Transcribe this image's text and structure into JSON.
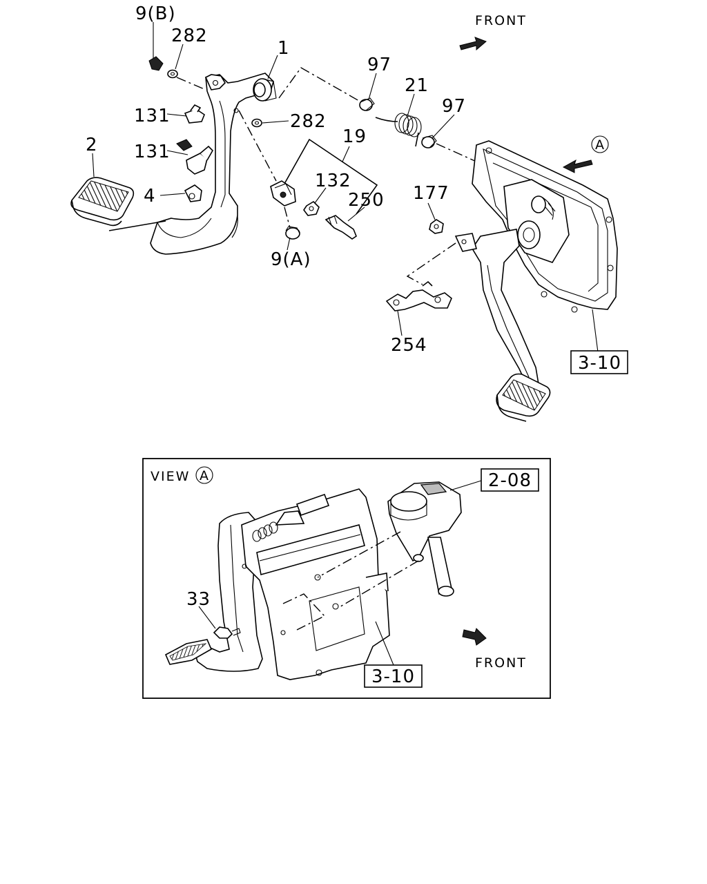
{
  "upper_view": {
    "front_label": "FRONT",
    "view_marker": "A",
    "callouts": {
      "c_9b": "9(B)",
      "c_282a": "282",
      "c_1": "1",
      "c_97a": "97",
      "c_21": "21",
      "c_97b": "97",
      "c_131a": "131",
      "c_282b": "282",
      "c_19": "19",
      "c_2": "2",
      "c_131b": "131",
      "c_132": "132",
      "c_250": "250",
      "c_177": "177",
      "c_4": "4",
      "c_9a": "9(A)",
      "c_254": "254"
    },
    "reference_box": "3-10"
  },
  "view_a": {
    "title": "VIEW",
    "marker": "A",
    "ref_top": "2-08",
    "ref_bottom": "3-10",
    "callout_33": "33",
    "front_label": "FRONT"
  }
}
